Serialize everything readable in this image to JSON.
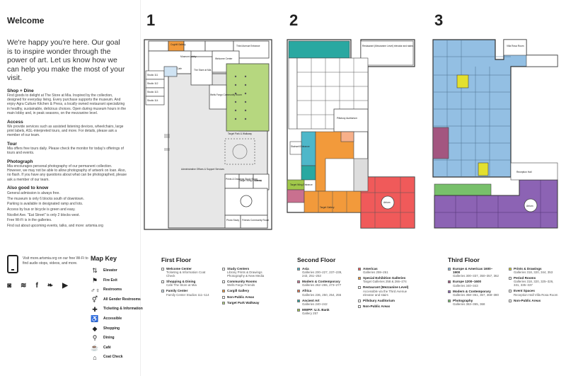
{
  "welcome": {
    "title": "Welcome",
    "intro": "We're happy you're here. Our goal is to inspire wonder through the power of art. Let us know how we can help you make the most of your visit.",
    "sections": [
      {
        "title": "Shop + Dine",
        "body": "Find goods to delight at The Store at Mia. Inspired by the collection, designed for everyday living. Every purchase supports the museum. And enjoy Agra Culture Kitchen & Press, a locally owned restaurant specializing in healthy, sustainable, delicious choices. Open during museum hours in the main lobby and, in peak seasons, on the mezzanine level."
      },
      {
        "title": "Access",
        "body": "We provide services such as assisted listening devices, wheelchairs, large print labels, ASL-interpreted tours, and more. For details, please ask a member of our team."
      },
      {
        "title": "Tour",
        "body": "Mia offers free tours daily. Please check the monitor for today's offerings of tours and events."
      },
      {
        "title": "Photograph",
        "body": "Mia encourages personal photography of our permanent collection. However, we may not be able to allow photography of artwork on loan. Also, no flash. If you have any questions about what can be photographed, please ask a member of our team."
      },
      {
        "title": "Also good to know",
        "body": ""
      }
    ],
    "misc": [
      "General admission is always free.",
      "The museum is only 6 blocks south of downtown.",
      "Parking is available in designated ramp and lots.",
      "Access by bus or bicycle is green and easy.",
      "Nicollet Ave. \"Eat Street\" is only 2 blocks west.",
      "Free Wi-Fi is in the galleries.",
      "Find out about upcoming events, talks, and more: artsmia.org"
    ]
  },
  "visit": {
    "text": "Visit more.artsmia.org on our free Wi-Fi to find audio stops, videos, and more.",
    "social_icons": [
      "camera-icon",
      "wifi-icon",
      "facebook-icon",
      "twitter-icon",
      "youtube-icon"
    ]
  },
  "map_key": {
    "title": "Map Key",
    "items": [
      {
        "icon": "elevator-icon",
        "glyph": "⇅",
        "label": "Elevator"
      },
      {
        "icon": "fire-exit-icon",
        "glyph": "⚑",
        "label": "Fire Exit"
      },
      {
        "icon": "restrooms-icon",
        "glyph": "♂♀",
        "label": "Restrooms"
      },
      {
        "icon": "all-gender-restrooms-icon",
        "glyph": "⚥",
        "label": "All Gender Restrooms"
      },
      {
        "icon": "ticketing-icon",
        "glyph": "✚",
        "label": "Ticketing & Information"
      },
      {
        "icon": "accessible-icon",
        "glyph": "♿",
        "label": "Accessible"
      },
      {
        "icon": "shopping-icon",
        "glyph": "◆",
        "label": "Shopping"
      },
      {
        "icon": "dining-icon",
        "glyph": "⚲",
        "label": "Dining"
      },
      {
        "icon": "cafe-icon",
        "glyph": "☕",
        "label": "Café"
      },
      {
        "icon": "coat-check-icon",
        "glyph": "⌂",
        "label": "Coat Check"
      }
    ]
  },
  "floors": [
    {
      "number": "1",
      "labels": [
        "Coghill Gallery",
        "Museum Lobby",
        "Cafe",
        "The Store at Mia",
        "Third Avenue Entrance",
        "Welcome Center",
        "Studio 111",
        "Studio 112",
        "Studio 113",
        "Studio 114",
        "Wells Fargo Community Room",
        "Target Park & Walkway",
        "Administrative Offices & Support Services",
        "Target Wing Entrance",
        "Library",
        "Prints & Drawings Study Room",
        "Friends Community Room",
        "Photo Study"
      ],
      "legend_title": "First Floor",
      "legend_cols": [
        [
          {
            "name": "Welcome Center",
            "detail": "Ticketing & Information Coat Check",
            "color": "#ffffff"
          },
          {
            "name": "Shopping & Dining",
            "detail": "Cafe The Store at Mia",
            "color": "#ffffff"
          },
          {
            "name": "Family Center",
            "detail": "Family Center Studios 111–114",
            "color": "#cfe3f3"
          }
        ],
        [
          {
            "name": "Study Centers",
            "detail": "Library Prints & Drawings Photography & New Media",
            "color": "#ffffff"
          },
          {
            "name": "Community Rooms",
            "detail": "Wells Fargo Friends",
            "color": "#ffffff"
          },
          {
            "name": "Cargill Gallery",
            "detail": "",
            "color": "#f29a3b"
          },
          {
            "name": "Non-Public Areas",
            "detail": "",
            "color": "#ffffff"
          },
          {
            "name": "Target Park Walkway",
            "detail": "",
            "color": "#b6d77f"
          }
        ]
      ]
    },
    {
      "number": "2",
      "labels": [
        "Restaurant (Mezzanine Level) elevator and stairs",
        "Pillsbury Auditorium",
        "Stairwell Entrance",
        "Target Gallery",
        "Target Wing Entrance",
        "Atrium"
      ],
      "legend_title": "Second Floor",
      "legend_cols": [
        [
          {
            "name": "Asia",
            "detail": "Galleries 200–227, 237–239, 243, 251–253",
            "color": "#4eb7c9"
          },
          {
            "name": "Modern & Contemporary",
            "detail": "Galleries 262–265, 273–277",
            "color": "#c9708f"
          },
          {
            "name": "Africa",
            "detail": "Galleries 236, 250, 254, 255",
            "color": "#e9734a"
          },
          {
            "name": "Ancient Art",
            "detail": "Galleries 240–242",
            "color": "#29a8a1"
          },
          {
            "name": "MWPP: U.S. Bank",
            "detail": "Gallery 257",
            "color": "#a1c84a"
          }
        ],
        [
          {
            "name": "Americas",
            "detail": "Galleries 259–261",
            "color": "#f05a5a"
          },
          {
            "name": "Special Exhibition Galleries",
            "detail": "Target Galleries 258 & 266–274",
            "color": "#f29a3b"
          },
          {
            "name": "Restaurant (Mezzanine Level)",
            "detail": "Accessible via the Third Avenue elevator and stairs",
            "color": "#ffffff"
          },
          {
            "name": "Pillsbury Auditorium",
            "detail": "",
            "color": "#ffffff"
          },
          {
            "name": "Non-Public Areas",
            "detail": "",
            "color": "#ffffff"
          }
        ]
      ]
    },
    {
      "number": "3",
      "labels": [
        "Villa Rosa Room",
        "Reception Hall",
        "Atrium"
      ],
      "legend_title": "Third Floor",
      "legend_cols": [
        [
          {
            "name": "Europe & Americas 1600–1900",
            "detail": "Galleries 300–337, 350–357, 362",
            "color": "#93bfe3"
          },
          {
            "name": "Europe 1200–1600",
            "detail": "Galleries 340–343",
            "color": "#a35680"
          },
          {
            "name": "Modern & Contemporary",
            "detail": "Galleries 358–361, 367, 368–380",
            "color": "#8c63b4"
          },
          {
            "name": "Photography",
            "detail": "Galleries 363–365, 368",
            "color": "#78c06b"
          }
        ],
        [
          {
            "name": "Prints & Drawings",
            "detail": "Galleries 318, 320, 344, 353",
            "color": "#e3e02f"
          },
          {
            "name": "Period Rooms",
            "detail": "Galleries 318, 320, 325–326, 331, 335–337",
            "color": "#ffffff"
          },
          {
            "name": "Event Spaces",
            "detail": "Reception Hall Villa Rosa Room",
            "color": "#ffffff"
          },
          {
            "name": "Non-Public Areas",
            "detail": "",
            "color": "#ffffff"
          }
        ]
      ]
    }
  ]
}
